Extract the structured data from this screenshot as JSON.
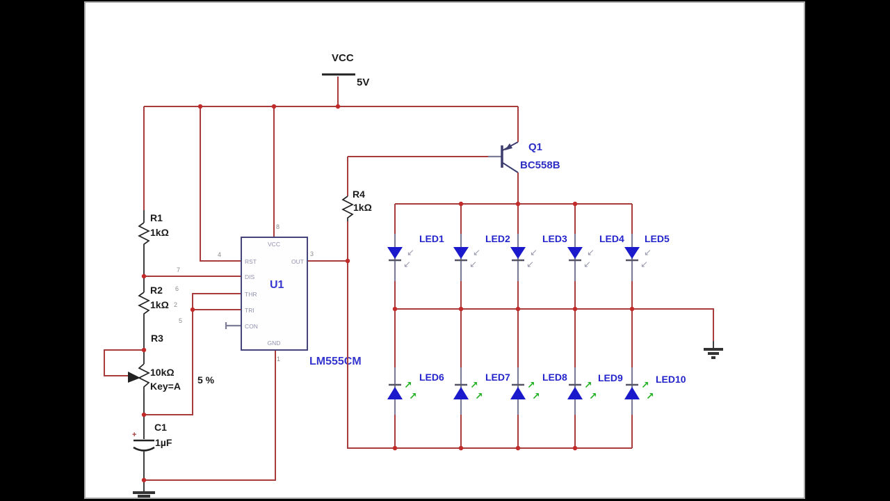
{
  "power": {
    "vcc": "VCC",
    "voltage": "5V"
  },
  "r1": {
    "ref": "R1",
    "value": "1kΩ"
  },
  "r2": {
    "ref": "R2",
    "value": "1kΩ"
  },
  "r3": {
    "ref": "R3",
    "value": "10kΩ",
    "key": "Key=A",
    "tol": "5 %"
  },
  "r4": {
    "ref": "R4",
    "value": "1kΩ"
  },
  "c1": {
    "ref": "C1",
    "value": "1µF",
    "plus": "+"
  },
  "q1": {
    "ref": "Q1",
    "part": "BC558B"
  },
  "u1": {
    "ref": "U1",
    "part": "LM555CM",
    "pins": {
      "vcc": "VCC",
      "gnd": "GND",
      "rst": "RST",
      "dis": "DIS",
      "thr": "THR",
      "tri": "TRI",
      "con": "CON",
      "out": "OUT"
    },
    "nums": {
      "vcc": "8",
      "gnd": "1",
      "rst": "4",
      "dis": "7",
      "thr": "6",
      "tri": "2",
      "con": "5",
      "out": "3"
    }
  },
  "leds": {
    "top": [
      "LED1",
      "LED2",
      "LED3",
      "LED4",
      "LED5"
    ],
    "bottom": [
      "LED6",
      "LED7",
      "LED8",
      "LED9",
      "LED10"
    ]
  },
  "icons": {
    "arrow_on": "↗",
    "arrow_off": "↙"
  },
  "colors": {
    "wire": "#a83c3c",
    "junction": "#c22a2a",
    "led_body": "#1a1acc",
    "led_on_arrow": "#25b225",
    "part_label_blue": "#2e2ec4",
    "label_black": "#1a1a1a",
    "canvas": "#ffffff",
    "letterbox": "#000000"
  }
}
